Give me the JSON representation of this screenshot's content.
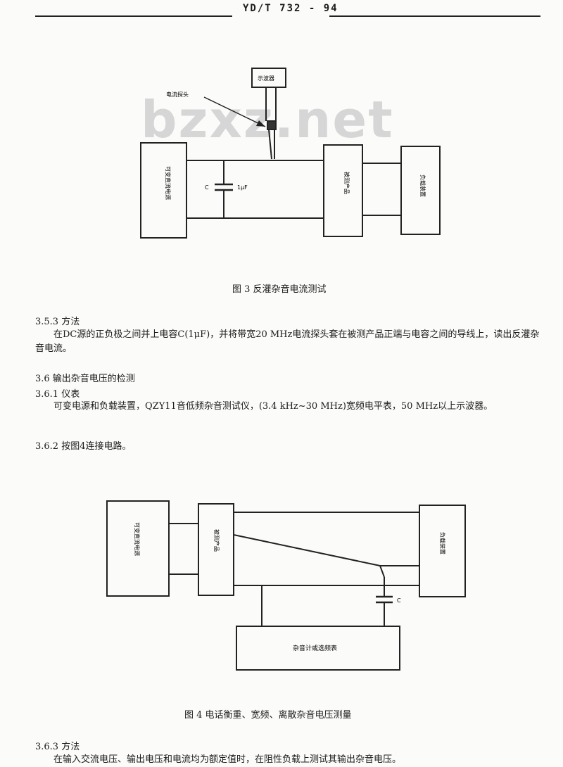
{
  "header": {
    "doc_code": "YD/T 732 - 94"
  },
  "watermark": "bzxz.net",
  "figure3": {
    "caption": "图 3 反灌杂音电流测试",
    "probe_label": "电流探头",
    "scope_label": "示波器",
    "supply_label": "可变直流电源",
    "device_label": "被测产品",
    "load_label": "负载装置",
    "cap_label_c": "C",
    "cap_label_value": "1μF"
  },
  "section_353": {
    "heading": "3.5.3 方法",
    "text": "在DC源的正负极之间并上电容C(1μF)，并将带宽20 MHz电流探头套在被测产品正端与电容之间的导线上，读出反灌杂音电流。"
  },
  "section_36": {
    "heading": "3.6 输出杂音电压的检测"
  },
  "section_361": {
    "heading": "3.6.1 仪表",
    "text": "可变电源和负载装置，QZY11音低频杂音测试仪，(3.4 kHz~30 MHz)宽频电平表，50 MHz以上示波器。"
  },
  "section_362": {
    "heading": "3.6.2 按图4连接电路。"
  },
  "figure4": {
    "caption": "图 4 电话衡重、宽频、离散杂音电压测量",
    "supply_label": "可变直流电源",
    "device_label": "被测产品",
    "load_label": "负载装置",
    "meter_label": "杂音计或选频表",
    "cap_label": "C"
  },
  "section_363": {
    "heading": "3.6.3 方法",
    "text": "在输入交流电压、输出电压和电流均为额定值时，在阻性负载上测试其输出杂音电压。"
  }
}
